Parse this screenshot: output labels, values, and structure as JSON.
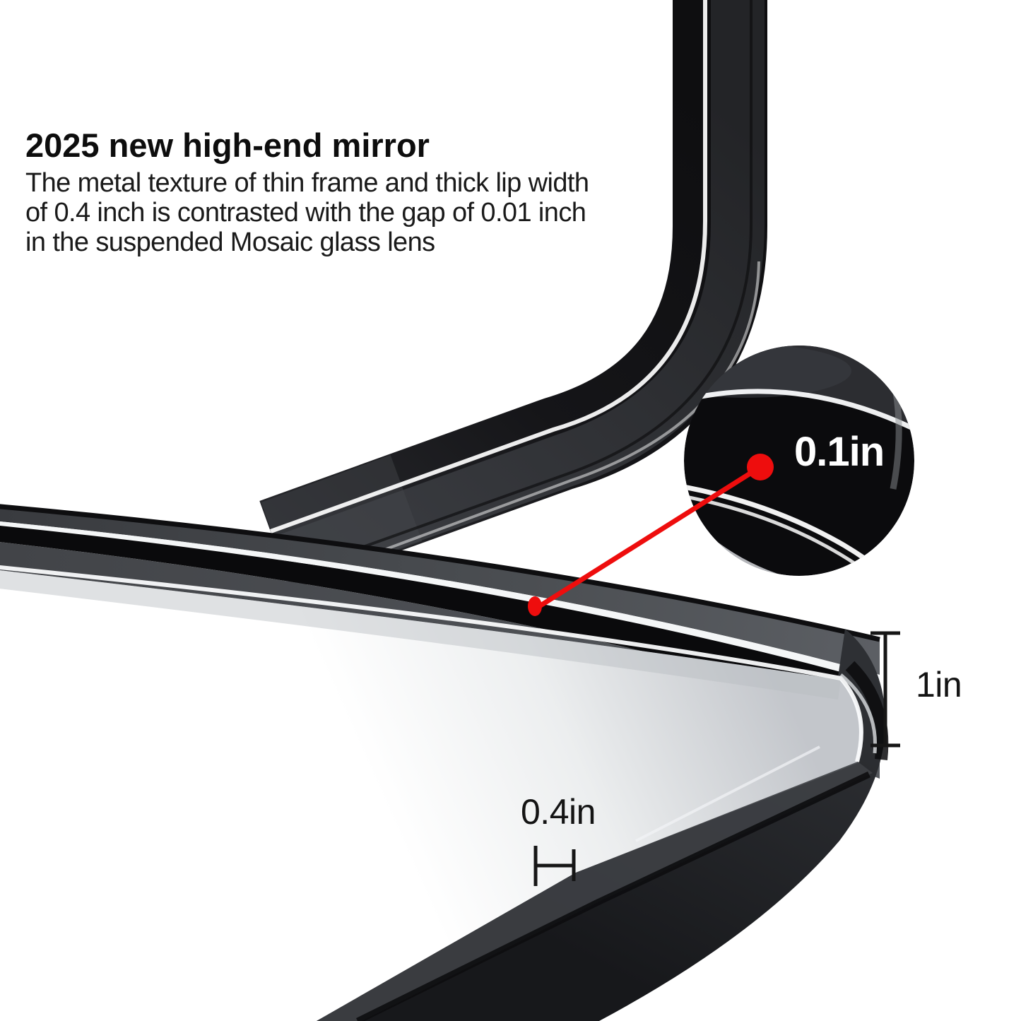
{
  "header": {
    "heading": "2025 new high-end mirror",
    "body_lines": [
      "The metal texture of thin frame and thick lip width",
      "of 0.4 inch is contrasted with the gap of 0.01 inch",
      "in the suspended Mosaic glass lens"
    ]
  },
  "annotations": {
    "gap_label": "0.1in",
    "edge_thickness_label": "1in",
    "lip_width_label": "0.4in"
  },
  "colors": {
    "accent_red": "#EE0D0D",
    "frame_black": "#141417",
    "frame_gray": "#4B4E52",
    "glass_gray": "#C7CACE",
    "text_black": "#111111",
    "background": "#FFFFFF"
  }
}
